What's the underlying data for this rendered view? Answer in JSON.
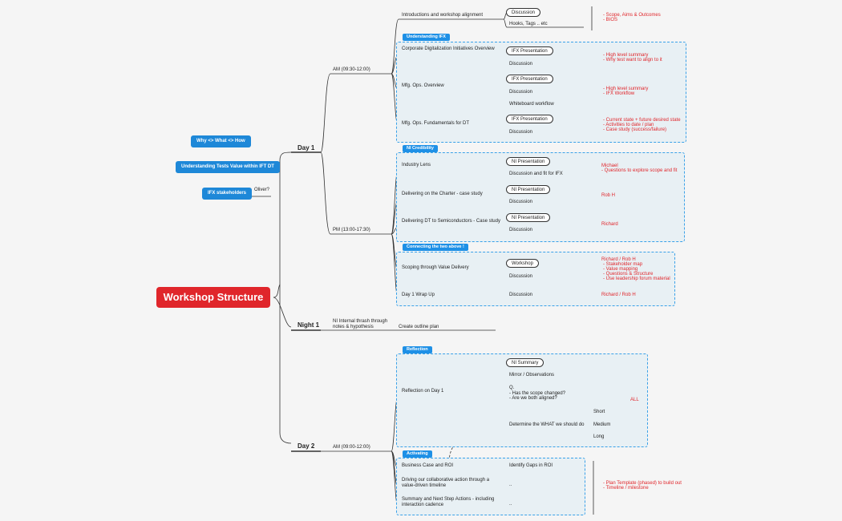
{
  "root": "Workshop Structure",
  "side_buttons": [
    "Why <> What <> How",
    "Understanding Tests Value within IFT DT",
    "IFX stakeholders"
  ],
  "oliver": "Oliver?",
  "days": {
    "day1": "Day 1",
    "night1": "Night 1",
    "day2": "Day 2"
  },
  "sessions": {
    "am1": "AM  (09:30-12:00)",
    "pm1": "PM  (13:00-17:30)",
    "am2": "AM  (09:00-12:00)"
  },
  "groups": {
    "understanding": "Understanding IFX",
    "credibility": "NI Credibility",
    "connecting": "Connecting the two above !",
    "reflection": "Reflection",
    "activating": "Activating"
  },
  "day1": {
    "intro": {
      "label": "Introductions and workshop alignment",
      "discussion": "Discussion",
      "hooks": "Hooks, Tags .. etc",
      "notes": [
        "- Scope, Aims & Outcomes",
        "- BIOS"
      ]
    },
    "corp": {
      "label": "Corporate Digitalization Initiatives Overview",
      "pres": "IFX Presentation",
      "discussion": "Discussion",
      "notes": [
        "- High level summary",
        "- Why test want to align to it"
      ]
    },
    "mfg": {
      "label": "Mfg. Ops. Overview",
      "pres": "IFX Presentation",
      "discussion": "Discussion",
      "whiteboard": "Whiteboard workflow",
      "notes": [
        "- High level summary",
        "- IFX Workflow"
      ]
    },
    "fund": {
      "label": "Mfg. Ops. Fundamentals for DT",
      "pres": "IFX Presentation",
      "discussion": "Discussion",
      "notes": [
        "- Current state + future desired state",
        "- Activities to date / plan",
        "- Case study (success/failure)"
      ]
    },
    "lens": {
      "label": "Industry Lens",
      "pres": "NI Presentation",
      "discussion": "Discussion and fit for IFX",
      "notes": [
        "Michael",
        "- Questions to explore scope and fit"
      ]
    },
    "charter": {
      "label": "Delivering on the Charter - case study",
      "pres": "NI Presentation",
      "discussion": "Discussion",
      "notes": [
        "Rob H"
      ]
    },
    "semi": {
      "label": "Delivering DT to Semiconductors - Case study",
      "pres": "NI Presentation",
      "discussion": "Discussion",
      "notes": [
        "Richard"
      ]
    },
    "scoping": {
      "label": "Scoping through Value Delivery",
      "workshop": "Workshop",
      "discussion": "Discussion",
      "notes": [
        "Richard / Rob H",
        "- Stakeholder map",
        "- Value mapping",
        "- Questions & Structure",
        "- Use leadership forum material"
      ]
    },
    "wrap": {
      "label": "Day 1 Wrap Up",
      "discussion": "Discussion",
      "notes": [
        "Richard / Rob H"
      ]
    }
  },
  "night1": {
    "thrash": "NI Internal thrash through notes & hypothesis",
    "plan": "Create outline plan"
  },
  "day2": {
    "reflect": {
      "label": "Reflection on Day 1",
      "summary": "NI Summary",
      "mirror": "Mirror / Observations",
      "q": "Q.",
      "q1": "- Has the scope changed?",
      "q2": "- Are we both aligned?",
      "what": "Determine the WHAT we should do",
      "short": "Short",
      "medium": "Medium",
      "long": "Long",
      "all": "ALL"
    },
    "bc": {
      "label": "Business Case and ROI",
      "gaps": "Identify Gaps in ROI"
    },
    "drive": {
      "label": "Driving our collaborative action through a value-driven timeline",
      "dots": ".."
    },
    "summary": {
      "label": "Summary and Next Step Actions - including interaction cadence",
      "dots": ".."
    },
    "notes": [
      "- Plan Template (phased) to build out",
      "- Timeline / milestone"
    ]
  },
  "colors": {
    "accent": "#1e88d8",
    "root": "#e0262b",
    "note": "#e0262b",
    "dash": "#3aa1e8"
  }
}
